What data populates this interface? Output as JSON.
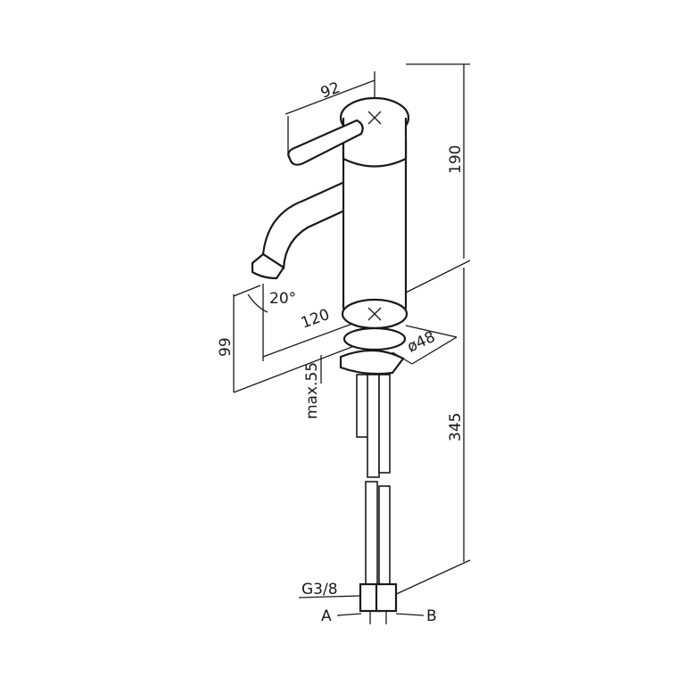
{
  "drawing": {
    "dimensions": {
      "handle_length": "92",
      "body_height": "190",
      "spout_angle": "20°",
      "spout_reach": "120",
      "spout_height": "99",
      "base_diameter": "ø48",
      "max_deck_thickness": "max.55",
      "hose_length": "345",
      "thread": "G3/8"
    },
    "labels": {
      "a": "A",
      "b": "B"
    }
  }
}
